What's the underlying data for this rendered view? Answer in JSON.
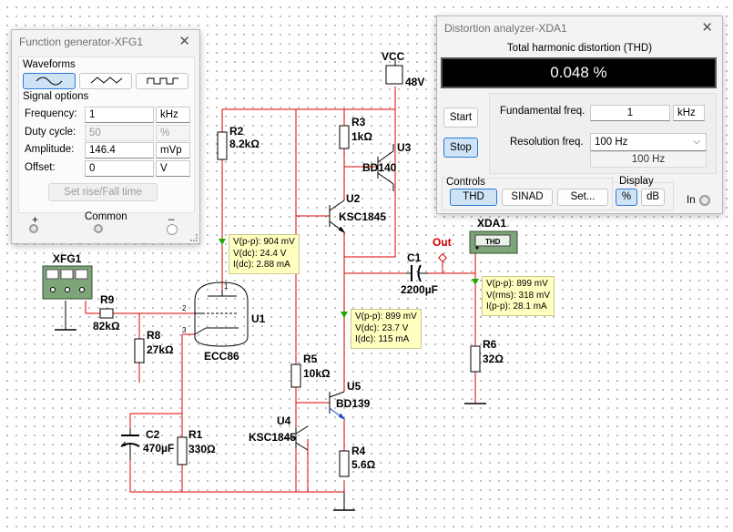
{
  "function_generator": {
    "title": "Function generator-XFG1",
    "waveforms_label": "Waveforms",
    "signal_options_label": "Signal options",
    "frequency": {
      "label": "Frequency:",
      "value": "1",
      "unit": "kHz"
    },
    "duty_cycle": {
      "label": "Duty cycle:",
      "value": "50",
      "unit": "%"
    },
    "amplitude": {
      "label": "Amplitude:",
      "value": "146.4",
      "unit": "mVp"
    },
    "offset": {
      "label": "Offset:",
      "value": "0",
      "unit": "V"
    },
    "set_rise_fall_label": "Set rise/Fall time",
    "terminal_plus": "+",
    "terminal_common": "Common",
    "terminal_minus": "_"
  },
  "distortion_analyzer": {
    "title": "Distortion analyzer-XDA1",
    "thd_heading": "Total harmonic distortion (THD)",
    "thd_value": "0.048 %",
    "start_label": "Start",
    "stop_label": "Stop",
    "fundamental_label": "Fundamental freq.",
    "fundamental_value": "1",
    "fundamental_unit": "kHz",
    "resolution_label": "Resolution freq.",
    "resolution_value": "100 Hz",
    "resolution_readout": "100 Hz",
    "controls_label": "Controls",
    "thd_button": "THD",
    "sinad_button": "SINAD",
    "set_button": "Set...",
    "display_label": "Display",
    "percent_button": "%",
    "db_button": "dB",
    "in_label": "In"
  },
  "schematic": {
    "vcc_label": "VCC",
    "vcc_value": "48V",
    "r2": {
      "name": "R2",
      "value": "8.2kΩ"
    },
    "r3": {
      "name": "R3",
      "value": "1kΩ"
    },
    "u3": {
      "name": "U3",
      "part": "BD140"
    },
    "u2": {
      "name": "U2",
      "part": "KSC1845"
    },
    "u1": {
      "name": "U1",
      "part": "ECC86"
    },
    "r9": {
      "name": "R9",
      "value": "82kΩ"
    },
    "r8": {
      "name": "R8",
      "value": "27kΩ"
    },
    "c1": {
      "name": "C1",
      "value": "2200µF"
    },
    "out_label": "Out",
    "xda1_label": "XDA1",
    "xda1_screen": "THD",
    "xfg1_label": "XFG1",
    "r6": {
      "name": "R6",
      "value": "32Ω"
    },
    "r5": {
      "name": "R5",
      "value": "10kΩ"
    },
    "u5": {
      "name": "U5",
      "part": "BD139"
    },
    "u4": {
      "name": "U4",
      "part": "KSC1845"
    },
    "r4": {
      "name": "R4",
      "value": "5.6Ω"
    },
    "c2": {
      "name": "C2",
      "value": "470µF"
    },
    "r1": {
      "name": "R1",
      "value": "330Ω"
    },
    "pin1": "1",
    "pin2": "2",
    "pin3": "3",
    "probe_plate": [
      "V(p-p): 904 mV",
      "V(dc): 24.4 V",
      "I(dc): 2.88 mA"
    ],
    "probe_mid": [
      "V(p-p): 899 mV",
      "V(dc): 23.7 V",
      "I(dc): 115 mA"
    ],
    "probe_out": [
      "V(p-p): 899 mV",
      "V(rms): 318 mV",
      "I(p-p): 28.1 mA"
    ]
  },
  "colors": {
    "wire": "#e00000",
    "probe_marker": "#1fa800",
    "component": "#000000",
    "npn_lead": "#2244cc"
  }
}
